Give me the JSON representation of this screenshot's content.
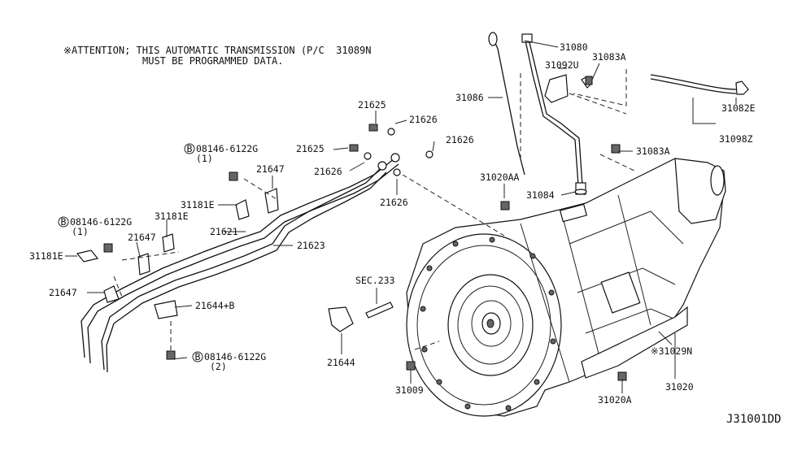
{
  "notes": {
    "line1": "※ATTENTION; THIS AUTOMATIC TRANSMISSION (P/C  31089N",
    "line2": "MUST BE PROGRAMMED DATA."
  },
  "reference_code": "J31001DD",
  "callouts": [
    {
      "text": "31080"
    },
    {
      "text": "31092U"
    },
    {
      "text": "31083A"
    },
    {
      "text": "31086"
    },
    {
      "text": "31082E"
    },
    {
      "text": "31098Z"
    },
    {
      "text": "31083A"
    },
    {
      "text": "31020AA"
    },
    {
      "text": "31084"
    },
    {
      "text": "21625"
    },
    {
      "text": "21626"
    },
    {
      "text": "21625"
    },
    {
      "text": "21626"
    },
    {
      "text": "21626"
    },
    {
      "text": "21626"
    },
    {
      "text": "08146-6122G"
    },
    {
      "text": "(1)"
    },
    {
      "text": "21647"
    },
    {
      "text": "31181E"
    },
    {
      "text": "08146-6122G"
    },
    {
      "text": "(1)"
    },
    {
      "text": "31181E"
    },
    {
      "text": "21647"
    },
    {
      "text": "21621"
    },
    {
      "text": "21623"
    },
    {
      "text": "31181E"
    },
    {
      "text": "21647"
    },
    {
      "text": "21644+B"
    },
    {
      "text": "08146-6122G"
    },
    {
      "text": "(2)"
    },
    {
      "text": "SEC.233"
    },
    {
      "text": "21644"
    },
    {
      "text": "31009"
    },
    {
      "text": "※31029N"
    },
    {
      "text": "31020"
    },
    {
      "text": "31020A"
    },
    {
      "text": "B"
    },
    {
      "text": "B"
    },
    {
      "text": "B"
    }
  ]
}
